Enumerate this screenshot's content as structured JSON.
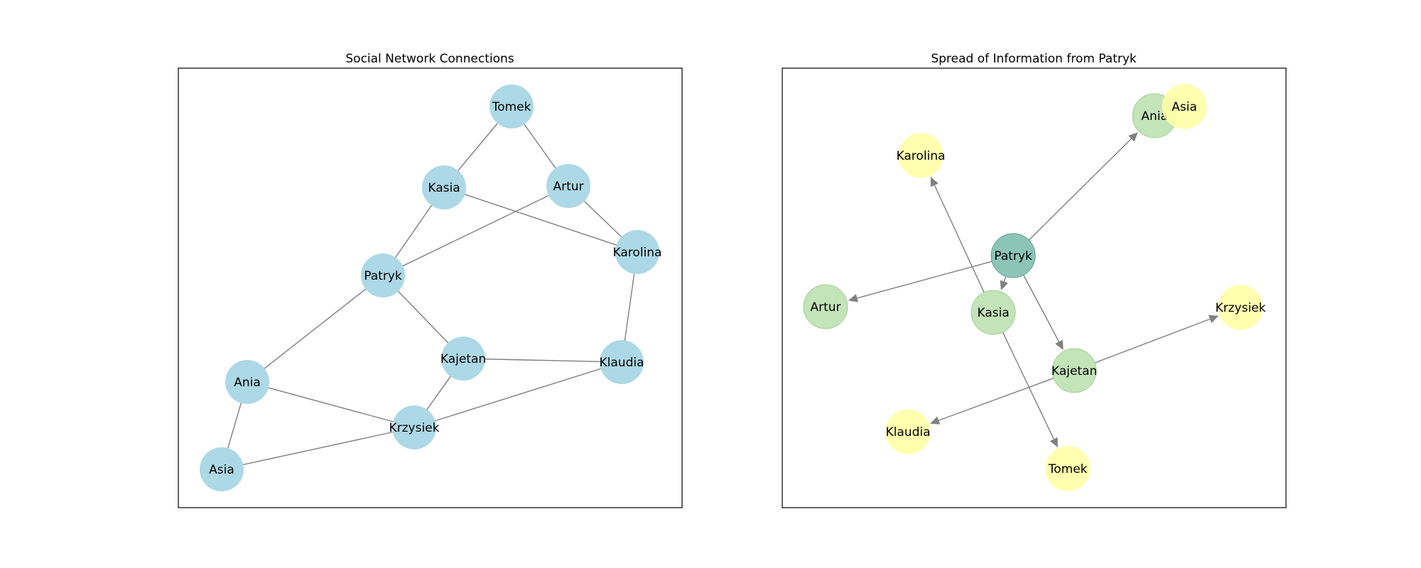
{
  "panels": [
    {
      "title": "Social Network Connections",
      "directed": false,
      "nodes": [
        {
          "id": "Tomek",
          "label": "Tomek",
          "color": "#add8e6"
        },
        {
          "id": "Kasia",
          "label": "Kasia",
          "color": "#add8e6"
        },
        {
          "id": "Artur",
          "label": "Artur",
          "color": "#add8e6"
        },
        {
          "id": "Karolina",
          "label": "Karolina",
          "color": "#add8e6"
        },
        {
          "id": "Patryk",
          "label": "Patryk",
          "color": "#add8e6"
        },
        {
          "id": "Kajetan",
          "label": "Kajetan",
          "color": "#add8e6"
        },
        {
          "id": "Klaudia",
          "label": "Klaudia",
          "color": "#add8e6"
        },
        {
          "id": "Ania",
          "label": "Ania",
          "color": "#add8e6"
        },
        {
          "id": "Krzysiek",
          "label": "Krzysiek",
          "color": "#add8e6"
        },
        {
          "id": "Asia",
          "label": "Asia",
          "color": "#add8e6"
        }
      ],
      "edges": [
        [
          "Tomek",
          "Kasia"
        ],
        [
          "Tomek",
          "Artur"
        ],
        [
          "Kasia",
          "Karolina"
        ],
        [
          "Artur",
          "Karolina"
        ],
        [
          "Kasia",
          "Patryk"
        ],
        [
          "Artur",
          "Patryk"
        ],
        [
          "Karolina",
          "Klaudia"
        ],
        [
          "Patryk",
          "Kajetan"
        ],
        [
          "Patryk",
          "Ania"
        ],
        [
          "Kajetan",
          "Klaudia"
        ],
        [
          "Kajetan",
          "Krzysiek"
        ],
        [
          "Ania",
          "Krzysiek"
        ],
        [
          "Ania",
          "Asia"
        ],
        [
          "Asia",
          "Krzysiek"
        ],
        [
          "Krzysiek",
          "Klaudia"
        ]
      ],
      "edge_color": "#808080"
    },
    {
      "title": "Spread of Information from Patryk",
      "directed": true,
      "nodes": [
        {
          "id": "Patryk",
          "label": "Patryk",
          "color": "#7fbfaf",
          "stroke": "#5e9f8f"
        },
        {
          "id": "Ania",
          "label": "Ania",
          "color": "#bde0b0",
          "stroke": "#a3d096"
        },
        {
          "id": "Asia",
          "label": "Asia",
          "color": "#ffffa6",
          "stroke": "#ffffa6"
        },
        {
          "id": "Karolina",
          "label": "Karolina",
          "color": "#ffffa6",
          "stroke": "#ffffa6"
        },
        {
          "id": "Artur",
          "label": "Artur",
          "color": "#bde0b0",
          "stroke": "#a3d096"
        },
        {
          "id": "Kasia",
          "label": "Kasia",
          "color": "#bde0b0",
          "stroke": "#a3d096"
        },
        {
          "id": "Krzysiek",
          "label": "Krzysiek",
          "color": "#ffffa6",
          "stroke": "#ffffa6"
        },
        {
          "id": "Kajetan",
          "label": "Kajetan",
          "color": "#bde0b0",
          "stroke": "#a3d096"
        },
        {
          "id": "Klaudia",
          "label": "Klaudia",
          "color": "#ffffa6",
          "stroke": "#ffffa6"
        },
        {
          "id": "Tomek",
          "label": "Tomek",
          "color": "#ffffa6",
          "stroke": "#ffffa6"
        }
      ],
      "edges": [
        [
          "Patryk",
          "Ania"
        ],
        [
          "Patryk",
          "Artur"
        ],
        [
          "Patryk",
          "Kasia"
        ],
        [
          "Patryk",
          "Kajetan"
        ],
        [
          "Kasia",
          "Karolina"
        ],
        [
          "Kasia",
          "Tomek"
        ],
        [
          "Kajetan",
          "Krzysiek"
        ],
        [
          "Kajetan",
          "Klaudia"
        ]
      ],
      "edge_color": "#808080"
    }
  ]
}
